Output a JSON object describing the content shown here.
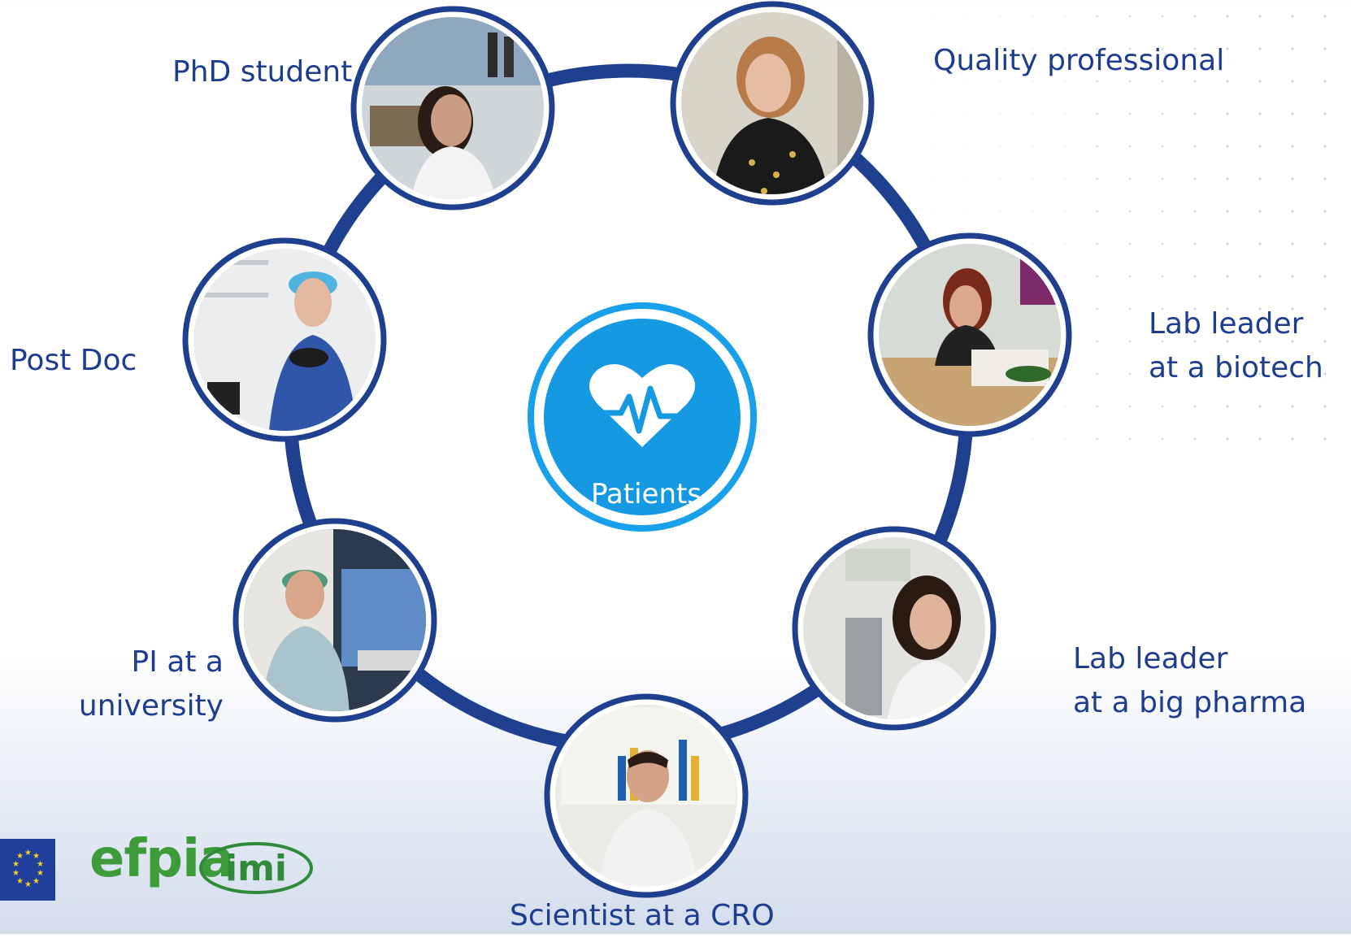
{
  "center": {
    "label": "Patients",
    "icon": "heart-pulse-icon"
  },
  "roles": [
    {
      "id": "phd",
      "label": "PhD student",
      "photo": "woman-in-lab-coat-photo"
    },
    {
      "id": "quality",
      "label": "Quality professional",
      "photo": "woman-writing-photo"
    },
    {
      "id": "lab-biotech",
      "label_lines": [
        "Lab leader",
        "at a biotech"
      ],
      "photo": "woman-at-desk-photo"
    },
    {
      "id": "lab-pharma",
      "label_lines": [
        "Lab leader",
        "at a big pharma"
      ],
      "photo": "woman-at-microscope-photo"
    },
    {
      "id": "cro",
      "label": "Scientist at a CRO",
      "photo": "man-with-poster-photo"
    },
    {
      "id": "pi",
      "label_lines": [
        "PI at a",
        "university"
      ],
      "photo": "man-in-scrubs-photo"
    },
    {
      "id": "postdoc",
      "label": "Post Doc",
      "photo": "woman-in-scrubs-photo"
    }
  ],
  "logos": {
    "eu": "eu-flag-logo",
    "efpia": "efpia",
    "imi": "imi"
  },
  "colors": {
    "ring": "#1f3f8f",
    "label": "#1d3d8f",
    "center": "#159ce6",
    "efpia": "#3d9b3a",
    "imi": "#2f8b3a"
  }
}
